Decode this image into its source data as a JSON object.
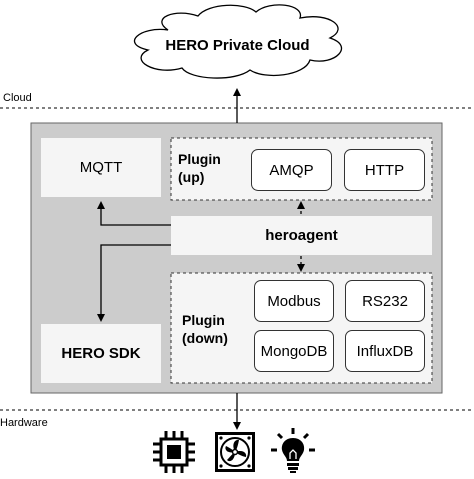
{
  "cloud": {
    "label": "HERO Private Cloud"
  },
  "zones": {
    "cloud_label": "Cloud",
    "hardware_label": "Hardware"
  },
  "mqtt": {
    "label": "MQTT"
  },
  "sdk": {
    "label": "HERO SDK"
  },
  "agent": {
    "label": "heroagent"
  },
  "plugin_up": {
    "title_line1": "Plugin",
    "title_line2": "(up)",
    "items": [
      "AMQP",
      "HTTP"
    ]
  },
  "plugin_down": {
    "title_line1": "Plugin",
    "title_line2": "(down)",
    "items": [
      "Modbus",
      "RS232",
      "MongoDB",
      "InfluxDB"
    ]
  },
  "hardware_icons": [
    "chip-icon",
    "fan-icon",
    "lightbulb-icon"
  ],
  "colors": {
    "outer_container": "#cccccc",
    "inner_box": "#f5f5f5",
    "border": "#666666"
  }
}
